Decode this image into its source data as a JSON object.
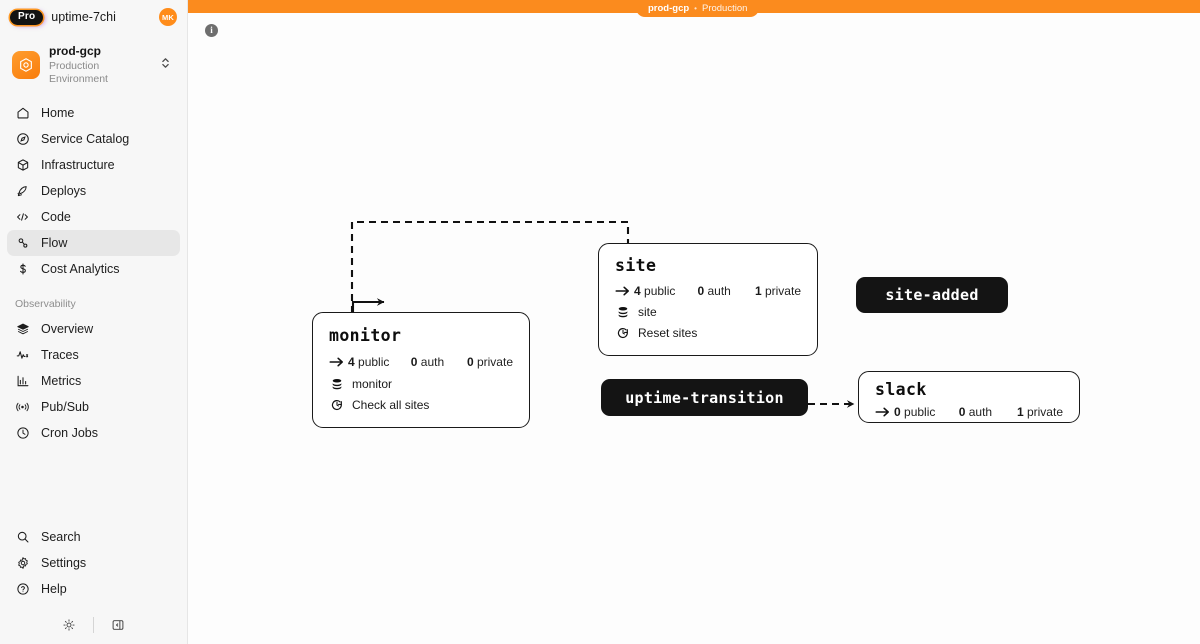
{
  "sidebar": {
    "pro_badge": "Pro",
    "workspace": "uptime-7chi",
    "avatar_initials": "MK",
    "env": {
      "name": "prod-gcp",
      "subtitle": "Production Environment",
      "logo_icon": "hexagon-gear-icon",
      "chevron_icon": "chevron-updown-icon"
    },
    "nav": [
      {
        "label": "Home",
        "icon": "home-icon",
        "active": false
      },
      {
        "label": "Service Catalog",
        "icon": "compass-icon",
        "active": false
      },
      {
        "label": "Infrastructure",
        "icon": "cube-icon",
        "active": false
      },
      {
        "label": "Deploys",
        "icon": "rocket-icon",
        "active": false
      },
      {
        "label": "Code",
        "icon": "code-brackets-icon",
        "active": false
      },
      {
        "label": "Flow",
        "icon": "flow-nodes-icon",
        "active": true
      },
      {
        "label": "Cost Analytics",
        "icon": "dollar-icon",
        "active": false
      }
    ],
    "section_label": "Observability",
    "observability": [
      {
        "label": "Overview",
        "icon": "layers-icon"
      },
      {
        "label": "Traces",
        "icon": "activity-pulse-icon"
      },
      {
        "label": "Metrics",
        "icon": "bar-chart-icon"
      },
      {
        "label": "Pub/Sub",
        "icon": "broadcast-icon"
      },
      {
        "label": "Cron Jobs",
        "icon": "clock-icon"
      }
    ],
    "bottom": [
      {
        "label": "Search",
        "icon": "search-icon"
      },
      {
        "label": "Settings",
        "icon": "gear-icon"
      },
      {
        "label": "Help",
        "icon": "question-circle-icon"
      }
    ],
    "footer": [
      {
        "icon": "sun-brightness-icon"
      },
      {
        "icon": "sidebar-toggle-icon"
      }
    ]
  },
  "topbar": {
    "accent_color": "#fb8b1e",
    "pill": {
      "project": "prod-gcp",
      "separator": "•",
      "environment": "Production"
    },
    "info_icon": "info-icon",
    "info_glyph": "i"
  },
  "flow": {
    "nodes": [
      {
        "id": "monitor",
        "title": "monitor",
        "counts": [
          {
            "value": "4",
            "label": "public"
          },
          {
            "value": "0",
            "label": "auth"
          },
          {
            "value": "0",
            "label": "private"
          }
        ],
        "meta": [
          {
            "icon": "database-icon",
            "label": "monitor"
          },
          {
            "icon": "cron-refresh-icon",
            "label": "Check all sites"
          }
        ]
      },
      {
        "id": "site",
        "title": "site",
        "counts": [
          {
            "value": "4",
            "label": "public"
          },
          {
            "value": "0",
            "label": "auth"
          },
          {
            "value": "1",
            "label": "private"
          }
        ],
        "meta": [
          {
            "icon": "database-icon",
            "label": "site"
          },
          {
            "icon": "cron-refresh-icon",
            "label": "Reset sites"
          }
        ]
      },
      {
        "id": "slack",
        "title": "slack",
        "counts": [
          {
            "value": "0",
            "label": "public"
          },
          {
            "value": "0",
            "label": "auth"
          },
          {
            "value": "1",
            "label": "private"
          }
        ],
        "meta": []
      }
    ],
    "events": [
      {
        "id": "site-added",
        "label": "site-added"
      },
      {
        "id": "uptime-transition",
        "label": "uptime-transition"
      }
    ]
  }
}
